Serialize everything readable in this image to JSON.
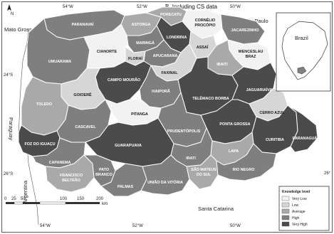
{
  "title": "B. Including CS data",
  "graticule": {
    "top": [
      "54°W",
      "52°W",
      "50°W"
    ],
    "bottom": [
      "54°W",
      "52°W",
      "50°W"
    ],
    "left": [
      "24°S",
      "26°S"
    ],
    "right": [
      "26°"
    ]
  },
  "places": {
    "mato_grosso_do_sul": "Mato Grosso do Sul",
    "sao_paulo": "São Paulo",
    "paraguay": "Paraguay",
    "argentina": "Argentina",
    "santa_catarina": "Santa Catarina",
    "north_arrow": "N"
  },
  "inset": {
    "label": "Brazil"
  },
  "scalebar": {
    "ticks": [
      "0",
      "25",
      "50",
      "100",
      "150",
      "200"
    ],
    "unit": "km"
  },
  "legend": {
    "title": "Knowledge level",
    "items": [
      {
        "label": "Very Low",
        "color": "#f2f2f2"
      },
      {
        "label": "Low",
        "color": "#d6d6d6"
      },
      {
        "label": "Average",
        "color": "#a9a9a9"
      },
      {
        "label": "High",
        "color": "#7f7f7f"
      },
      {
        "label": "Very High",
        "color": "#4b4b4b"
      }
    ]
  },
  "regions": [
    {
      "name": "PARANAVAÍ",
      "level": "High"
    },
    {
      "name": "ASTORGA",
      "level": "Average"
    },
    {
      "name": "PORECATU",
      "level": "Average"
    },
    {
      "name": "CORNÉLIO PROCÓPIO",
      "level": "Very Low"
    },
    {
      "name": "LONDRINA",
      "level": "Very High"
    },
    {
      "name": "JACAREZINHO",
      "level": "High"
    },
    {
      "name": "ASSAÍ",
      "level": "Low"
    },
    {
      "name": "MARINGÁ",
      "level": "High"
    },
    {
      "name": "APUCARANA",
      "level": "High"
    },
    {
      "name": "FLORAÍ",
      "level": "Low"
    },
    {
      "name": "WENCESLAU BRAZ",
      "level": "Very Low"
    },
    {
      "name": "FAXINAL",
      "level": "Low"
    },
    {
      "name": "IBAITI",
      "level": "Average"
    },
    {
      "name": "UMUARAMA",
      "level": "High"
    },
    {
      "name": "CIANORTE",
      "level": "Very Low"
    },
    {
      "name": "CAMPO MOURÃO",
      "level": "Very High"
    },
    {
      "name": "IVAIPORÃ",
      "level": "High"
    },
    {
      "name": "GOIOERÊ",
      "level": "Low"
    },
    {
      "name": "TELÊMACO BORBA",
      "level": "Very High"
    },
    {
      "name": "JAGUARIAÍVA",
      "level": "Very High"
    },
    {
      "name": "TOLEDO",
      "level": "Average"
    },
    {
      "name": "CASCAVEL",
      "level": "High"
    },
    {
      "name": "PITANGA",
      "level": "Very Low"
    },
    {
      "name": "PRUDENTÓPOLIS",
      "level": "High"
    },
    {
      "name": "PONTA GROSSA",
      "level": "Very High"
    },
    {
      "name": "CERRO AZUL",
      "level": "Low"
    },
    {
      "name": "FOZ DO IGUAÇU",
      "level": "Very High"
    },
    {
      "name": "GUARAPUAVA",
      "level": "Very High"
    },
    {
      "name": "CURITIBA",
      "level": "Very High"
    },
    {
      "name": "PARANAGUÁ",
      "level": "Very High"
    },
    {
      "name": "IRATI",
      "level": "High"
    },
    {
      "name": "CAPANEMA",
      "level": "High"
    },
    {
      "name": "FRANCISCO BELTRÃO",
      "level": "Average"
    },
    {
      "name": "PATO BRANCO",
      "level": "High"
    },
    {
      "name": "PALMAS",
      "level": "High"
    },
    {
      "name": "UNIÃO DA VITÓRIA",
      "level": "High"
    },
    {
      "name": "SÃO MATEUS DO SUL",
      "level": "Average"
    },
    {
      "name": "LAPA",
      "level": "Average"
    },
    {
      "name": "RIO NEGRO",
      "level": "High"
    }
  ]
}
